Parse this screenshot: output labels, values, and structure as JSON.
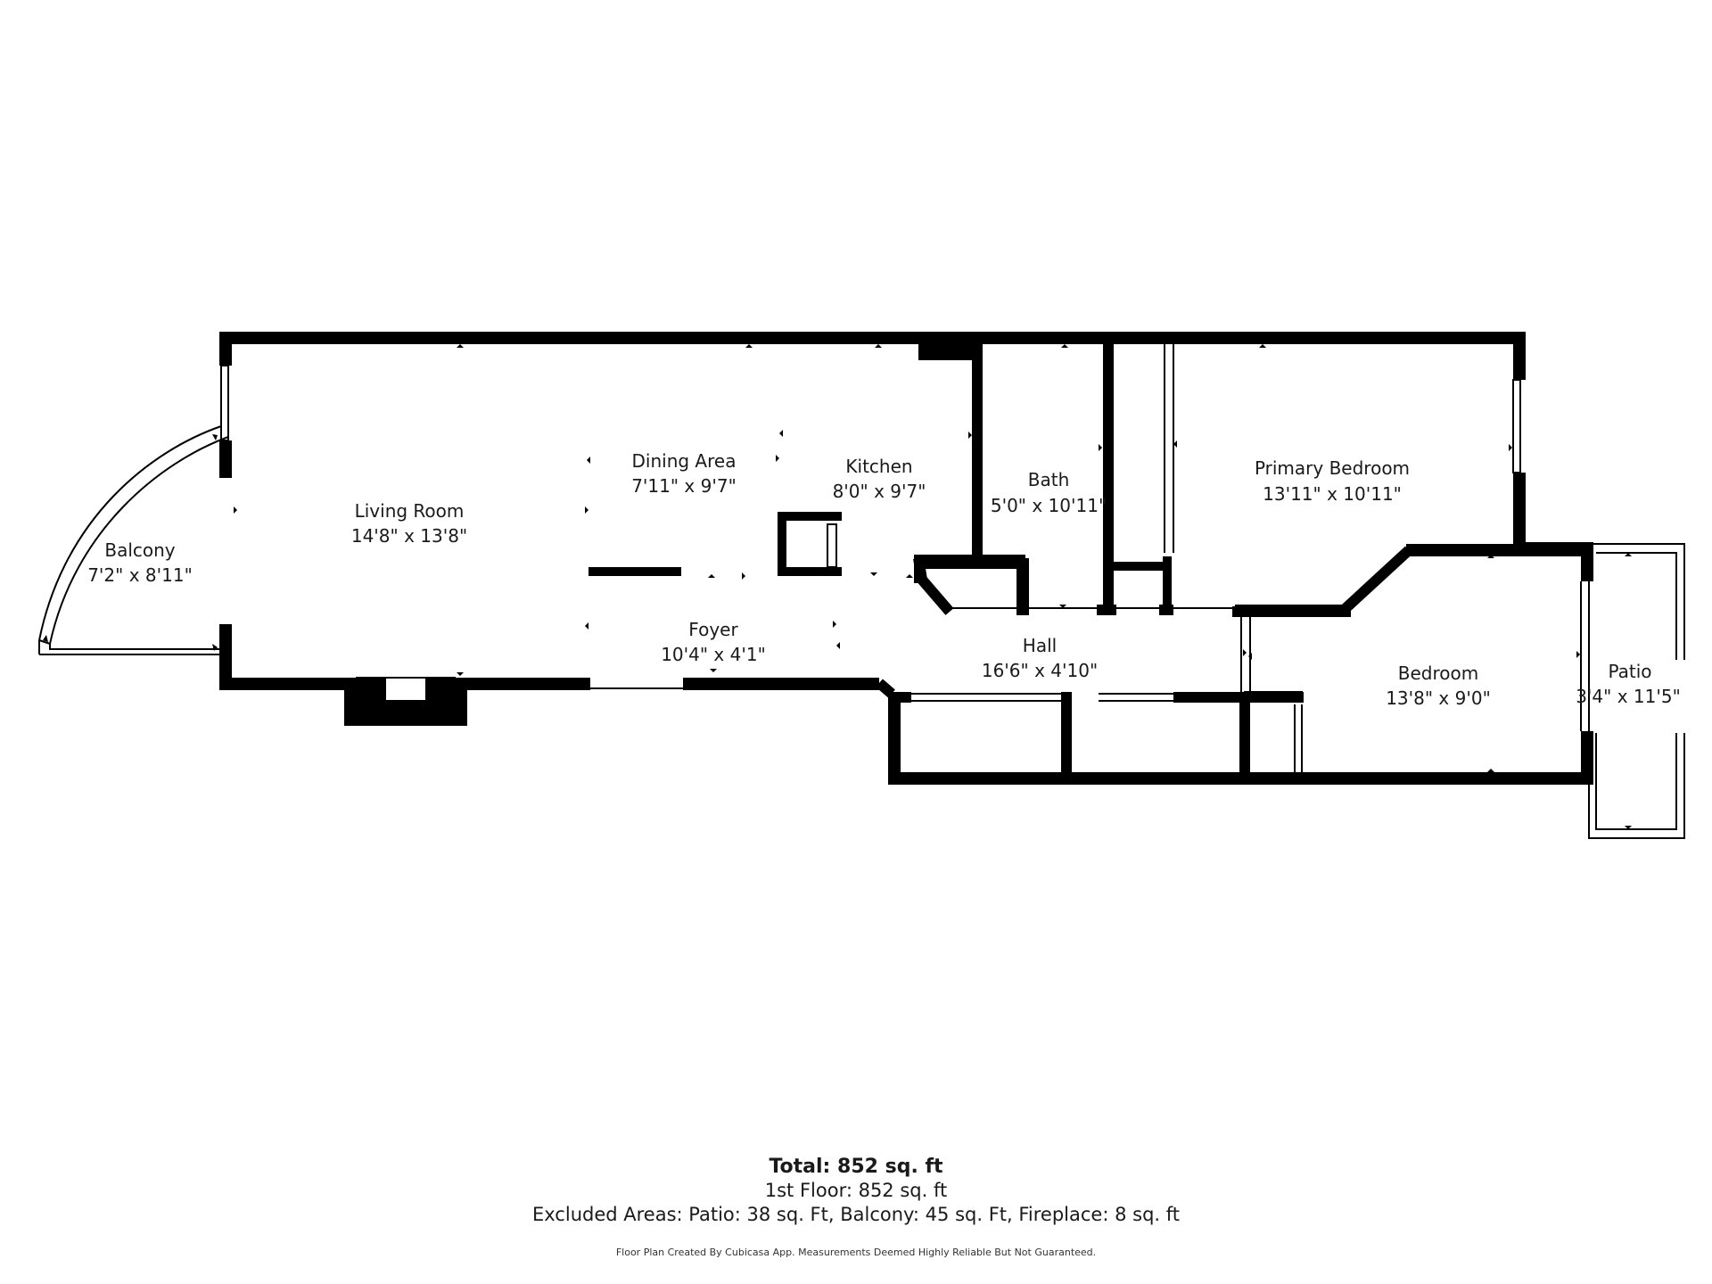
{
  "rooms": {
    "balcony": {
      "name": "Balcony",
      "dims": "7'2\" x 8'11\""
    },
    "living_room": {
      "name": "Living Room",
      "dims": "14'8\" x 13'8\""
    },
    "dining_area": {
      "name": "Dining Area",
      "dims": "7'11\" x 9'7\""
    },
    "kitchen": {
      "name": "Kitchen",
      "dims": "8'0\" x 9'7\""
    },
    "bath": {
      "name": "Bath",
      "dims": "5'0\" x 10'11\""
    },
    "primary_bedroom": {
      "name": "Primary Bedroom",
      "dims": "13'11\" x 10'11\""
    },
    "foyer": {
      "name": "Foyer",
      "dims": "10'4\" x 4'1\""
    },
    "hall": {
      "name": "Hall",
      "dims": "16'6\" x 4'10\""
    },
    "bedroom": {
      "name": "Bedroom",
      "dims": "13'8\" x 9'0\""
    },
    "patio": {
      "name": "Patio",
      "dims": "3'4\" x 11'5\""
    }
  },
  "summary": {
    "total": "Total: 852 sq. ft",
    "floor1": "1st Floor: 852 sq. ft",
    "excluded": "Excluded Areas: Patio: 38 sq. Ft, Balcony: 45 sq. Ft, Fireplace: 8 sq. ft",
    "disclaimer": "Floor Plan Created By Cubicasa App. Measurements Deemed Highly Reliable But Not Guaranteed."
  },
  "colors": {
    "wall": "#000000",
    "background": "#ffffff",
    "text": "#1a1a1a"
  }
}
